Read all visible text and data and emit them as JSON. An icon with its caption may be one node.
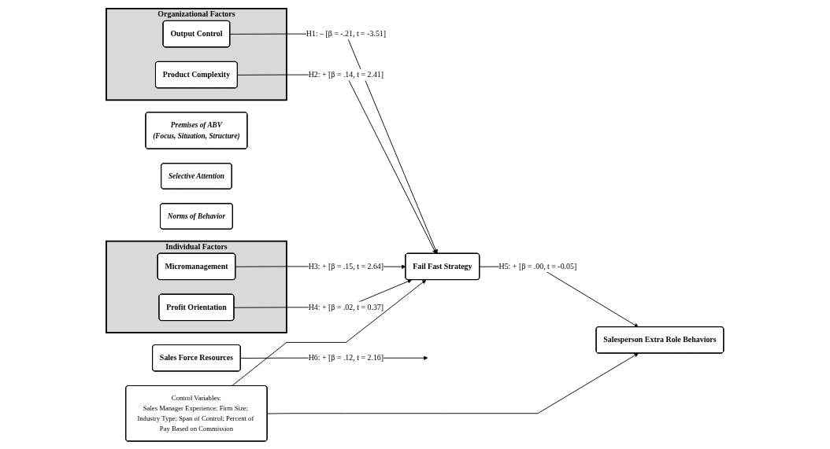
{
  "diagram": {
    "nodes": [
      {
        "text": [
          "Organizational Factors"
        ]
      },
      {
        "text": [
          "Output Control"
        ],
        "in": 0
      },
      {
        "text": [
          "Product Complexity"
        ],
        "in": 0
      },
      {
        "text": [
          "Individual Factors"
        ]
      },
      {
        "text": [
          "Micromanagement"
        ],
        "in": 3
      },
      {
        "text": [
          "Profit Orientation"
        ],
        "in": 3
      },
      {
        "text": [
          "Sales Force Resources"
        ]
      },
      {
        "text": [
          "Fail Fast Strategy"
        ]
      },
      {
        "text": [
          "Salesperson Extra Role Behaviors"
        ]
      },
      {
        "text": [
          "Control Variables:",
          "Sales Manager Experience; Firm Size; Industry Type; Span of Control; Percent of Pay Based on Commission"
        ]
      },
      {
        "text": [
          "Premises of ABV",
          "(Focus, Situation, Structure)"
        ]
      },
      {
        "text": [
          "Selective Attention"
        ]
      },
      {
        "text": [
          "Norms of Behavior"
        ]
      }
    ],
    "edges": [
      {
        "from": 1,
        "to": 7,
        "arrow": "to",
        "label": "H1: – [β = -.21, t = -3.51]"
      },
      {
        "from": 2,
        "to": 7,
        "arrow": "to",
        "label": "H2: + [β = .14, t = 2.41]"
      },
      {
        "from": 4,
        "to": 7,
        "arrow": "to",
        "label": "H3: + [β = .15, t = 2.64]"
      },
      {
        "from": 5,
        "to": 7,
        "arrow": "to",
        "label": "H4: + [β = .02, t = 0.37]"
      },
      {
        "from": 7,
        "to": 8,
        "arrow": "to",
        "label": "H5: + [β = .00, t = -0.05]"
      },
      {
        "from": 6,
        "to": null,
        "arrow": "to",
        "label": "H6: + [β = .12, t = 2.16]"
      },
      {
        "from": 9,
        "to": 7,
        "arrow": "to"
      },
      {
        "from": 9,
        "to": 8,
        "arrow": "to"
      }
    ]
  }
}
